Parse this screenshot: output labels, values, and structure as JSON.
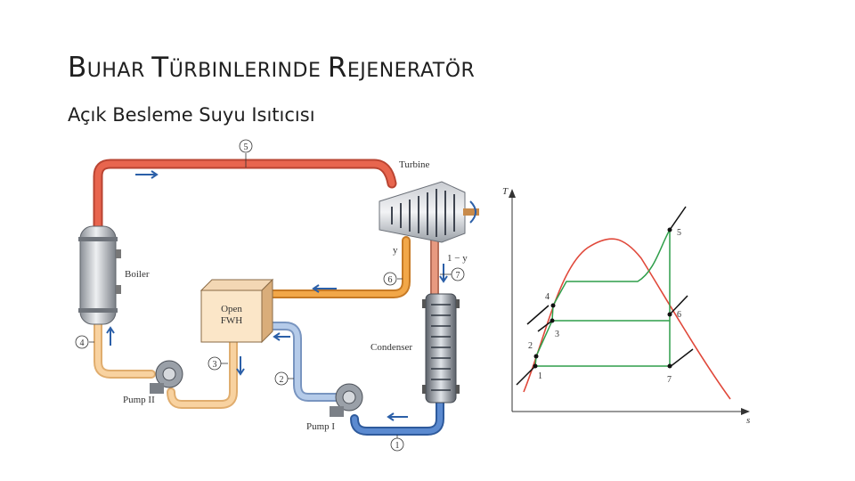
{
  "slide": {
    "title_parts": [
      "B",
      "UHAR ",
      "T",
      "ÜRBINLERINDE ",
      "R",
      "EJENERATÖR"
    ],
    "subtitle": "Açık Besleme Suyu Isıtıcısı"
  },
  "schematic": {
    "components": {
      "turbine": "Turbine",
      "boiler": "Boiler",
      "open_fwh_line1": "Open",
      "open_fwh_line2": "FWH",
      "condenser": "Condenser",
      "pump1": "Pump I",
      "pump2": "Pump II"
    },
    "fractions": {
      "y": "y",
      "one_minus_y": "1 − y"
    },
    "states": [
      "1",
      "2",
      "3",
      "4",
      "5",
      "6",
      "7"
    ],
    "pipe_colors": {
      "steam": "#e8604a",
      "extraction": "#f0a040",
      "feed": "#f4c890",
      "condensate": "#9bb8dd",
      "cold": "#4a78c0"
    }
  },
  "ts_diagram": {
    "axis_t": "T",
    "axis_s": "s",
    "points": [
      "1",
      "2",
      "3",
      "4",
      "5",
      "6",
      "7"
    ],
    "dome_color": "#e0483a",
    "cycle_color": "#2f9e4a"
  }
}
